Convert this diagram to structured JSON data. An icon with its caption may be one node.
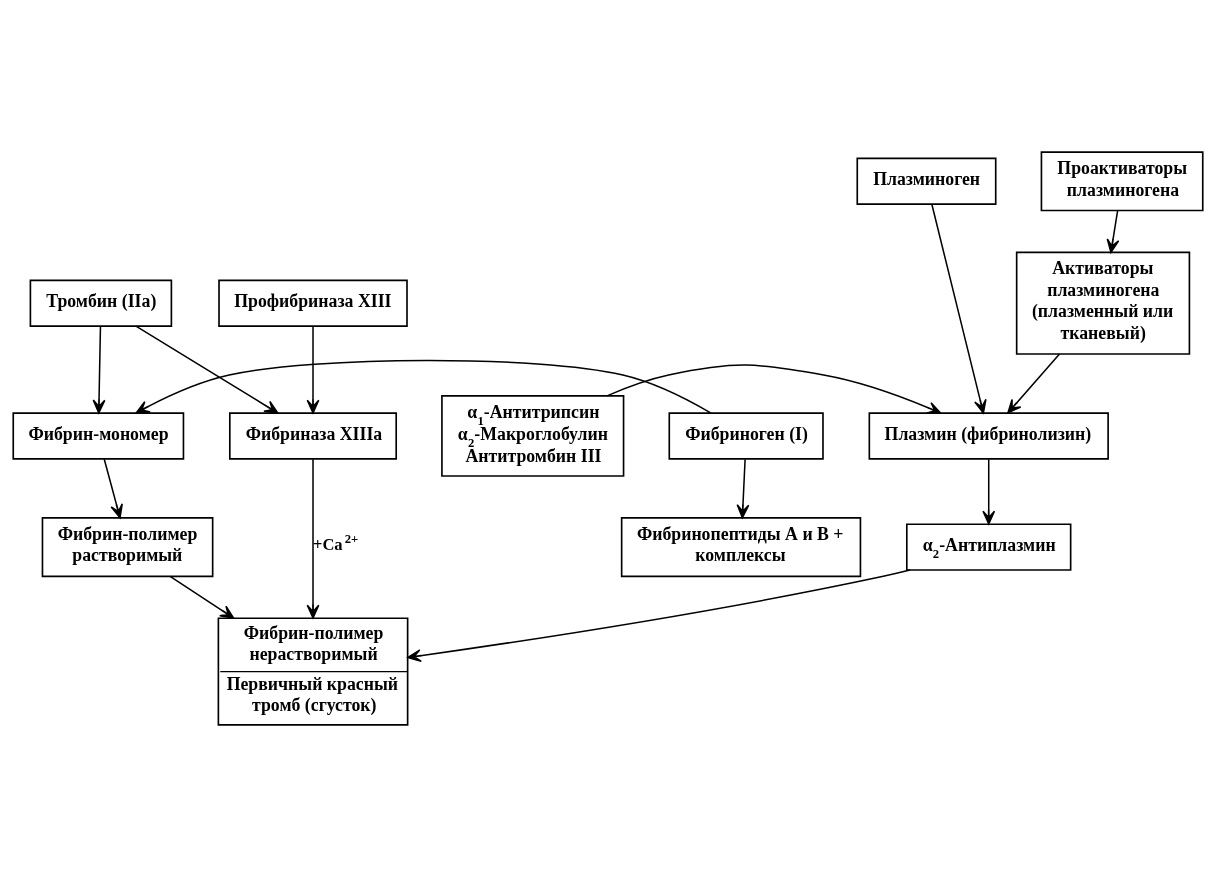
{
  "diagram": {
    "nodes": [
      {
        "text": [
          "Тромбин (IIa)"
        ]
      },
      {
        "text": [
          "Профибриназа XIII"
        ]
      },
      {
        "text": [
          "Фибриноген (I)"
        ]
      },
      {
        "text": [
          "Фибрин-мономер"
        ]
      },
      {
        "text": [
          "Фибринопептиды А и В + комплексы"
        ]
      },
      {
        "text": [
          "Фибрин-полимер растворимый"
        ]
      },
      {
        "text": [
          "Фибриназа XIIIa"
        ]
      },
      {
        "text": [
          "Фибрин-полимер нерастворимый",
          "Первичный красный тромб (сгусток)"
        ]
      },
      {
        "text": [
          "Проактиваторы плазминогена"
        ]
      },
      {
        "text": [
          "Плазминоген"
        ]
      },
      {
        "text": [
          "Активаторы плазминогена (плазменный или тканевый)"
        ]
      },
      {
        "text": [
          "α$_{1}$-Антитрипсин α$_{2}$-Макроглобулин Антитромбин III"
        ]
      },
      {
        "text": [
          "Плазмин (фибринолизин)"
        ]
      },
      {
        "text": [
          "α$_{2}$-Антиплазмин"
        ]
      }
    ],
    "edges": [
      {
        "from": 0,
        "to": 6,
        "arrow": "to"
      },
      {
        "from": 1,
        "to": 6,
        "arrow": "to"
      },
      {
        "from": 2,
        "to": 3,
        "arrow": "to"
      },
      {
        "from": 0,
        "to": 3,
        "arrow": "to"
      },
      {
        "from": 2,
        "to": 4,
        "arrow": "to"
      },
      {
        "from": 3,
        "to": 5,
        "arrow": "to"
      },
      {
        "from": 5,
        "to": 7,
        "arrow": "to"
      },
      {
        "from": 6,
        "to": 7,
        "arrow": "to",
        "label": "+Ca$^{2+}$"
      },
      {
        "from": 8,
        "to": 10,
        "arrow": "to"
      },
      {
        "from": 10,
        "to": 12,
        "arrow": "to"
      },
      {
        "from": 9,
        "to": 12,
        "arrow": "to"
      },
      {
        "from": 11,
        "to": 12,
        "arrow": "to"
      },
      {
        "from": 12,
        "to": 13,
        "arrow": "to"
      },
      {
        "from": 13,
        "to": 7,
        "arrow": "to"
      }
    ]
  }
}
